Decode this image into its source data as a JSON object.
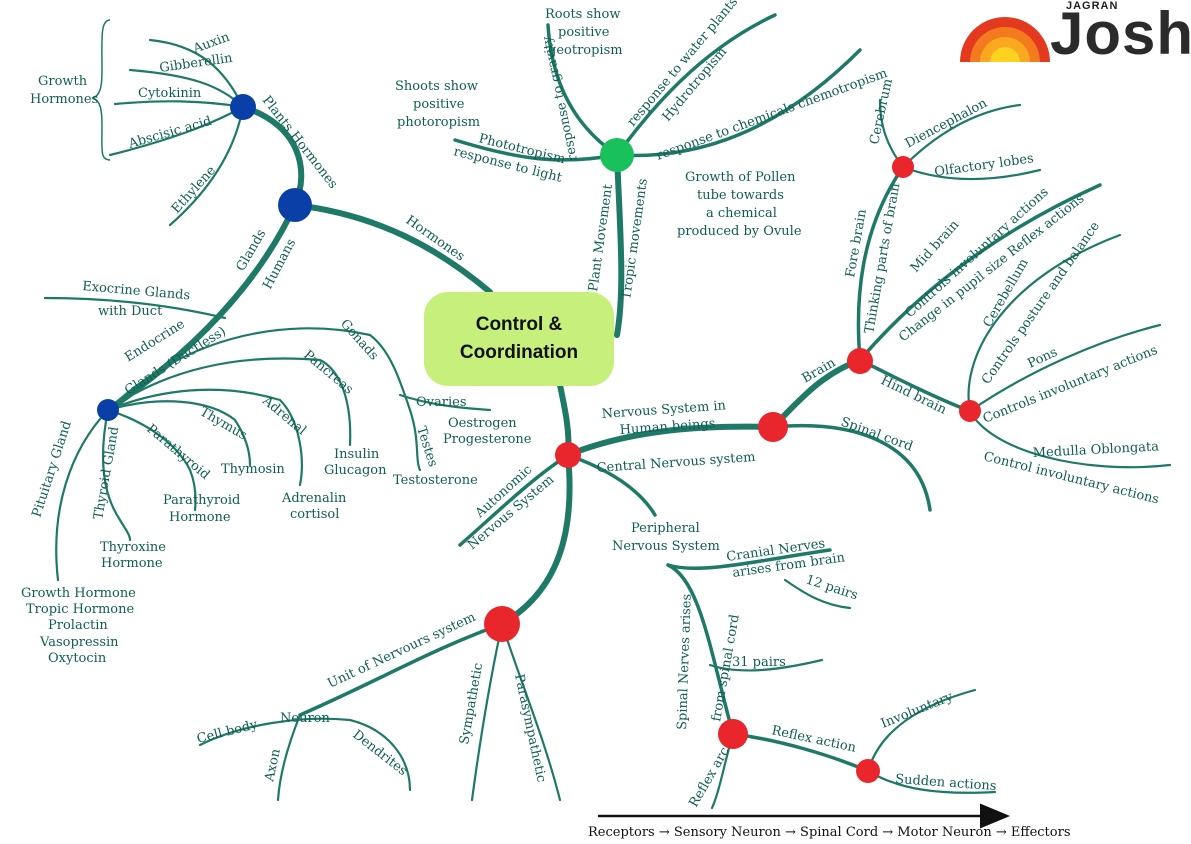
{
  "brand": {
    "small": "JAGRAN",
    "big": "Josh"
  },
  "center": {
    "title": "Control &\nCoordination"
  },
  "colors": {
    "branch": "#1e7a66",
    "blue_node": "#0b3fa8",
    "red_node": "#e8262b",
    "green_node": "#19c15a",
    "center_fill": "#c6f07b"
  },
  "hormones": {
    "main": "Hormones",
    "plants": {
      "label": "Plants Hormones",
      "group_label": [
        "Growth",
        "Hormones"
      ],
      "items": [
        "Auxin",
        "Gibberellin",
        "Cytokinin",
        "Abscisic acid",
        "Ethylene"
      ]
    },
    "humans": {
      "glands_label": "Glands",
      "humans_label": "Humans",
      "exocrine": [
        "Exocrine Glands",
        "with Duct"
      ],
      "endocrine": [
        "Endocrine",
        "Glands (Ductless)"
      ],
      "gonads": {
        "label": "Gonads",
        "ovaries": "Ovaries",
        "ovary_hormones": [
          "Oestrogen",
          "Progesterone"
        ],
        "testes": "Testes",
        "testes_hormone": "Testosterone"
      },
      "pancreas": {
        "label": "Pancreas",
        "hormones": [
          "Insulin",
          "Glucagon"
        ]
      },
      "adrenal": {
        "label": "Adrenal",
        "hormones": [
          "Adrenalin",
          "cortisol"
        ]
      },
      "thymus": {
        "label": "Thymus",
        "hormone": "Thymosin"
      },
      "parathyroid": {
        "label": "Parathyroid",
        "hormone": [
          "Parathyroid",
          "Hormone"
        ]
      },
      "thyroid": {
        "label": "Thyroid Gland",
        "hormone": [
          "Thyroxine",
          "Hormone"
        ]
      },
      "pituitary": {
        "label": "Pituitary Gland",
        "hormones": [
          "Growth Hormone",
          "Tropic Hormone",
          "Prolactin",
          "Vasopressin",
          "Oxytocin"
        ]
      }
    }
  },
  "plant_movement": {
    "label": "Plant Movement",
    "tropic": "Tropic movements",
    "roots_note": [
      "Roots show",
      "positive",
      "geotropism"
    ],
    "gravity": "response to gravity",
    "shoots_note": [
      "Shoots show",
      "positive",
      "photoropism"
    ],
    "phototropism": "Phototropism",
    "light": "response to light",
    "water": "response to water plants",
    "hydrotropism": "Hydrotropism",
    "chemicals": "response to chemicals chemotropism",
    "pollen_note": [
      "Growth of Pollen",
      "tube towards",
      "a chemical",
      "produced by Ovule"
    ]
  },
  "nervous": {
    "title": [
      "Nervous System in",
      "Human beings"
    ],
    "autonomic": [
      "Autonomic",
      "Nervous System"
    ],
    "central": "Central Nervous system",
    "spinal_cord": "Spinal cord",
    "brain": "Brain",
    "fore_brain": "Fore brain",
    "fore_desc": "Thinking parts of brain",
    "cerebrum": "Cerebrum",
    "diencephalon": "Diencephalon",
    "olfactory": "Olfactory lobes",
    "mid_brain": "Mid brain",
    "mid_desc1": "Controls involuntary actions",
    "mid_desc2": "Change in pupil size Reflex actions",
    "hind_brain": "Hind brain",
    "cerebellum": "Cerebellum",
    "cerebellum_desc": "Controls posture and balance",
    "pons": "Pons",
    "pons_desc": "Controls involuntary actions",
    "medulla": "Medulla Oblongata",
    "medulla_desc": "Control involuntary actions",
    "peripheral": [
      "Peripheral",
      "Nervous System"
    ],
    "cranial": "Cranial Nerves",
    "cranial_desc": "arises from brain",
    "cranial_pairs": "12 pairs",
    "spinal_nerves": "Spinal Nerves arises",
    "spinal_nerves_desc": "from spinal cord",
    "spinal_pairs": "31 pairs",
    "reflex_arc": "Reflex arc",
    "reflex_action": "Reflex action",
    "involuntary": "Involuntary",
    "sudden": "Sudden actions",
    "unit": "Unit of Nervours system",
    "neuron": "Neuron",
    "cell_body": "Cell body",
    "axon": "Axon",
    "dendrites": "Dendrites",
    "sympathetic": "Sympathetic",
    "parasympathetic": "Parasympathetic",
    "pathway": "Receptors → Sensory Neuron → Spinal Cord → Motor Neuron → Effectors"
  }
}
